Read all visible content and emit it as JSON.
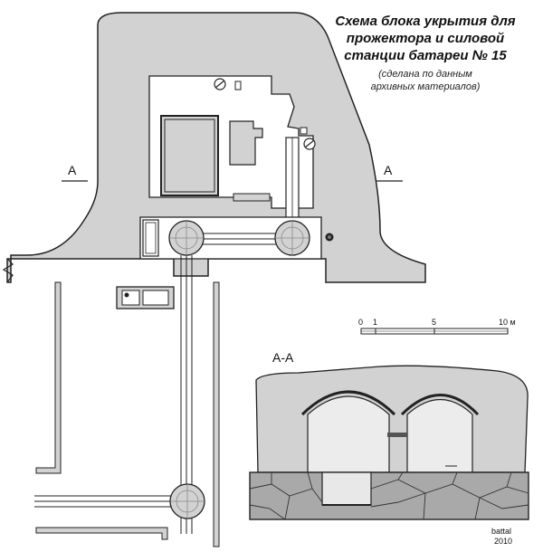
{
  "title": {
    "line1": "Схема блока укрытия для",
    "line2": "прожектора и силовой",
    "line3": "станции батареи № 15"
  },
  "subtitle": {
    "line1": "(сделана по данным",
    "line2": "архивных материалов)"
  },
  "section_labels": {
    "left": "А",
    "right": "А",
    "section": "А-А"
  },
  "scale": {
    "tick_0": "0",
    "tick_1": "1",
    "tick_5": "5",
    "tick_10": "10 м"
  },
  "author": {
    "name": "battal",
    "year": "2010"
  },
  "colors": {
    "concrete": "#d2d2d2",
    "outline": "#222222",
    "stone": "#a9a9a9",
    "interior": "#ececec"
  }
}
